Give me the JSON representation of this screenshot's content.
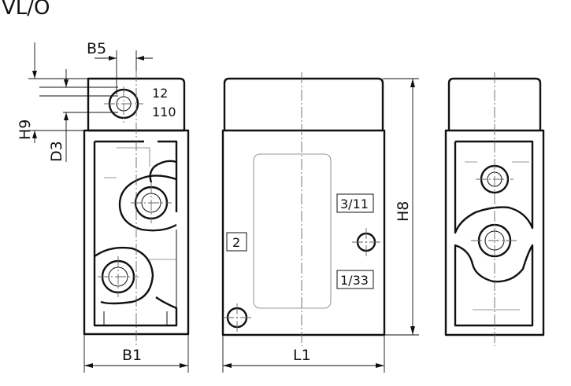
{
  "drawing": {
    "title": "VL/O",
    "dimensions": {
      "b5": "B5",
      "h9": "H9",
      "d3": "D3",
      "b1": "B1",
      "l1": "L1",
      "h8": "H8"
    },
    "port_labels": {
      "p12": "12",
      "p110": "110",
      "p3_11": "3/11",
      "p2": "2",
      "p1_33": "1/33"
    }
  }
}
